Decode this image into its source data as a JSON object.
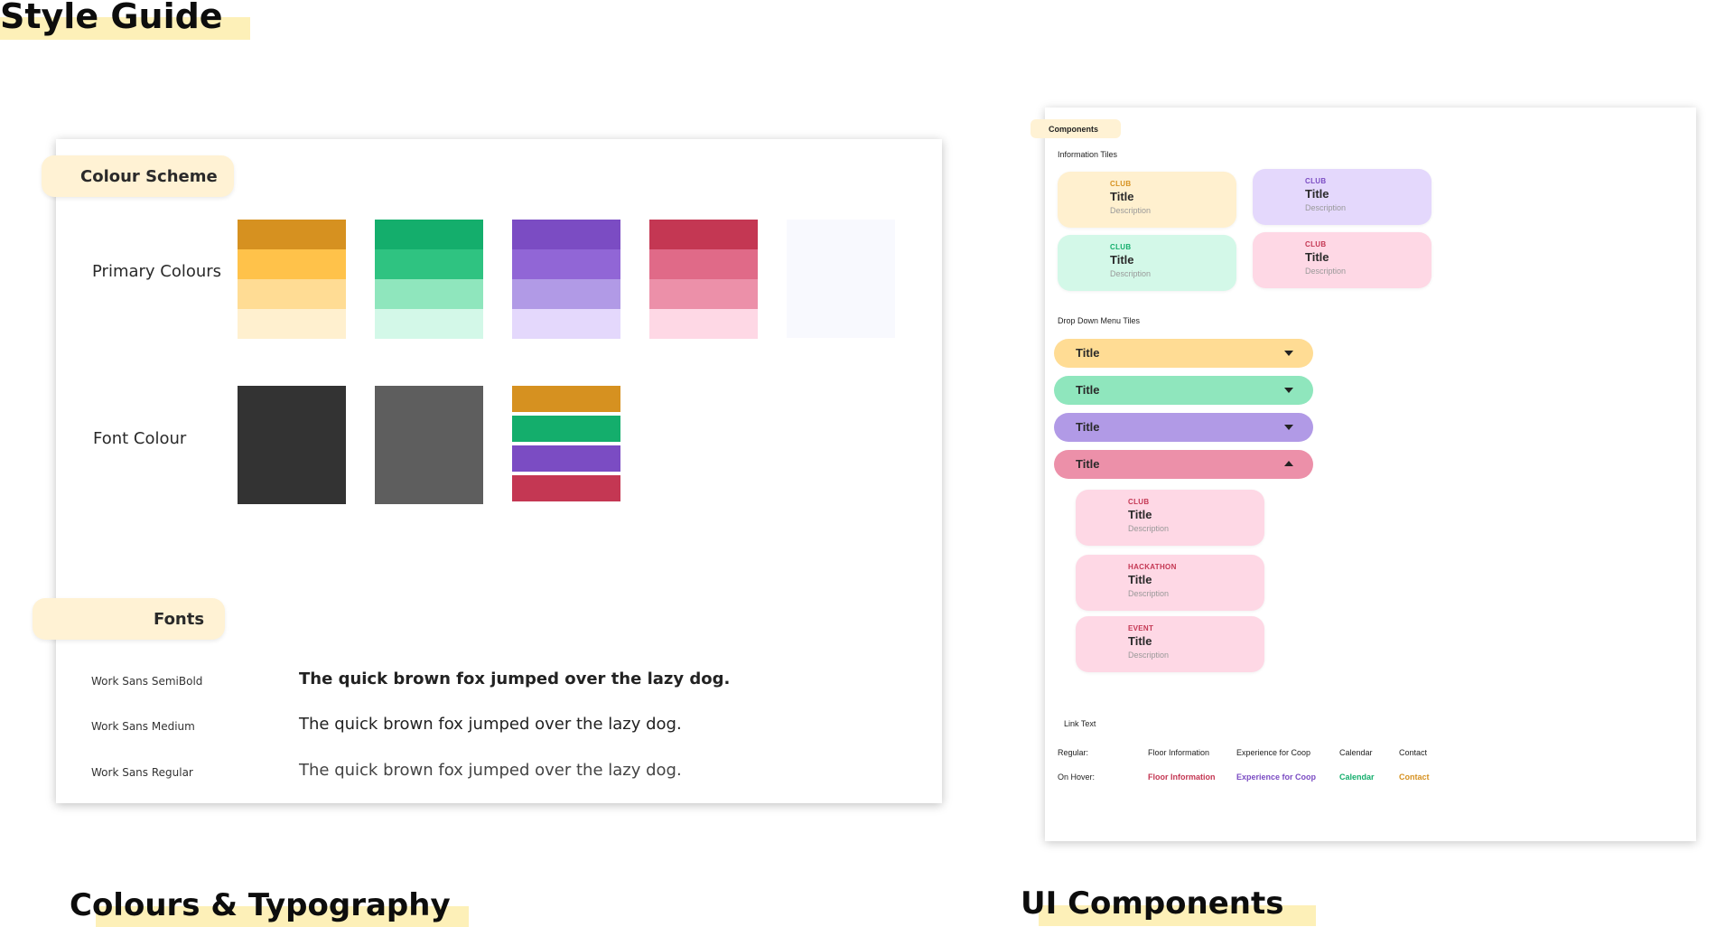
{
  "page": {
    "title": "Style Guide",
    "left_caption": "Colours & Typography",
    "right_caption": "UI Components"
  },
  "colours": {
    "section_label": "Colour Scheme",
    "primary_label": "Primary Colours",
    "font_colour_label": "Font Colour",
    "primary_columns": [
      [
        "#d69120",
        "#ffc24a",
        "#ffdc94",
        "#fff0cf"
      ],
      [
        "#14ae6c",
        "#2fc381",
        "#8fe6bd",
        "#d3f8e8"
      ],
      [
        "#7b4cc3",
        "#9166d6",
        "#b19ae6",
        "#e4d8fc"
      ],
      [
        "#c43753",
        "#e06a88",
        "#ec90a9",
        "#fed8e5"
      ],
      [
        "#f8f9fe"
      ]
    ],
    "font_colours": {
      "dark": "#333333",
      "medium": "#5e5e5e",
      "accents": [
        "#d69120",
        "#14ae6c",
        "#7b4cc3",
        "#c43753"
      ]
    }
  },
  "fonts": {
    "section_label": "Fonts",
    "items": [
      {
        "name": "Work Sans SemiBold",
        "sample": "The quick brown fox jumped over the lazy dog.",
        "weight": "bold"
      },
      {
        "name": "Work Sans Medium",
        "sample": "The quick brown fox jumped over the lazy dog.",
        "weight": "medium"
      },
      {
        "name": "Work Sans Regular",
        "sample": "The quick brown fox jumped over the lazy dog.",
        "weight": "regular"
      }
    ]
  },
  "components": {
    "label": "Components",
    "info_tiles_heading": "Information Tiles",
    "info_tiles": [
      {
        "tag": "CLUB",
        "title": "Title",
        "description": "Description",
        "bg": "#fff0cf",
        "tag_color": "#d69120"
      },
      {
        "tag": "CLUB",
        "title": "Title",
        "description": "Description",
        "bg": "#e4d8fc",
        "tag_color": "#7b4cc3"
      },
      {
        "tag": "CLUB",
        "title": "Title",
        "description": "Description",
        "bg": "#d3f8e8",
        "tag_color": "#14ae6c"
      },
      {
        "tag": "CLUB",
        "title": "Title",
        "description": "Description",
        "bg": "#fed8e5",
        "tag_color": "#c43753"
      }
    ],
    "dropdown_heading": "Drop Down Menu Tiles",
    "dropdowns": [
      {
        "title": "Title",
        "bg": "#ffdc94",
        "expanded": false
      },
      {
        "title": "Title",
        "bg": "#8fe6bd",
        "expanded": false
      },
      {
        "title": "Title",
        "bg": "#b19ae6",
        "expanded": false
      },
      {
        "title": "Title",
        "bg": "#ec90a9",
        "expanded": true
      }
    ],
    "dropdown_items": [
      {
        "tag": "CLUB",
        "title": "Title",
        "description": "Description"
      },
      {
        "tag": "HACKATHON",
        "title": "Title",
        "description": "Description"
      },
      {
        "tag": "EVENT",
        "title": "Title",
        "description": "Description"
      }
    ],
    "dropdown_item_bg": "#fed8e5",
    "dropdown_item_tag_color": "#c43753",
    "link_heading": "Link Text",
    "regular_label": "Regular:",
    "hover_label": "On Hover:",
    "links": [
      {
        "text": "Floor Information",
        "hover_color": "#c43753"
      },
      {
        "text": "Experience for Coop",
        "hover_color": "#7b4cc3"
      },
      {
        "text": "Calendar",
        "hover_color": "#14ae6c"
      },
      {
        "text": "Contact",
        "hover_color": "#d69120"
      }
    ]
  }
}
